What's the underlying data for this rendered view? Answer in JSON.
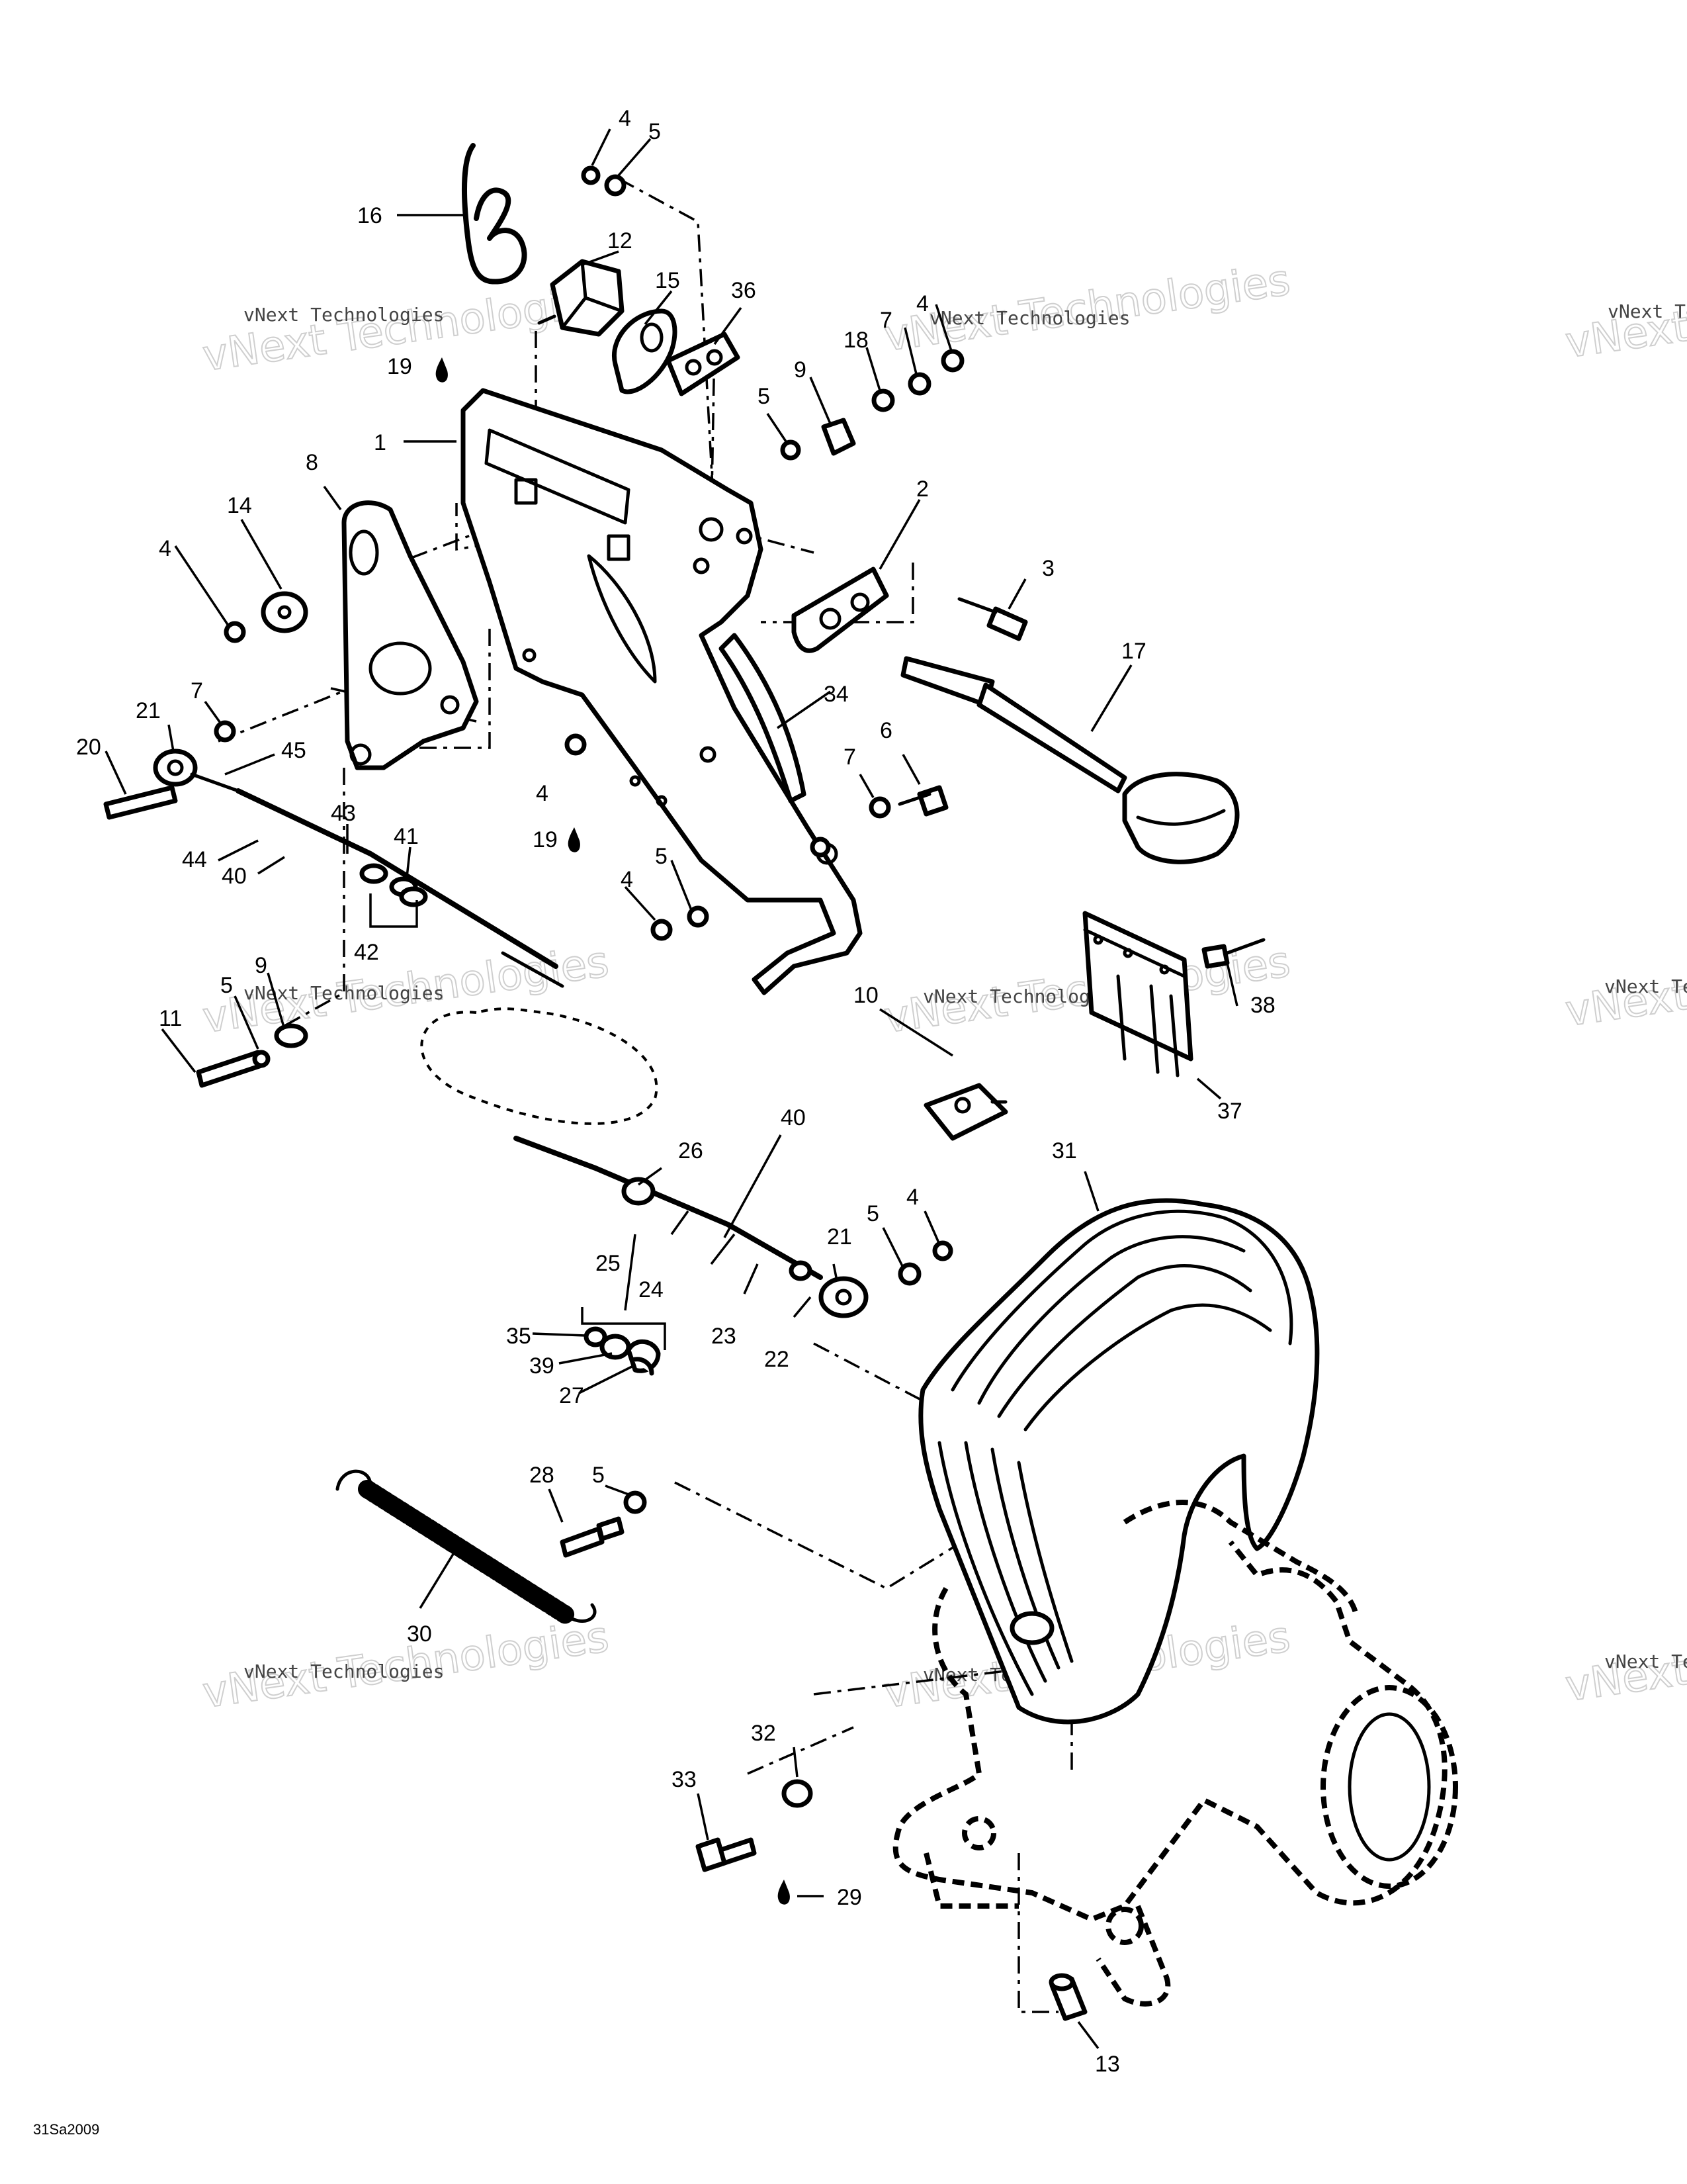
{
  "diagram_code": "31Sa2009",
  "watermark": {
    "small": "vNext Technologies",
    "large": "vNext Technologies"
  },
  "callouts": [
    {
      "id": "c1",
      "text": "1"
    },
    {
      "id": "c2",
      "text": "2"
    },
    {
      "id": "c3",
      "text": "3"
    },
    {
      "id": "c4a",
      "text": "4"
    },
    {
      "id": "c4b",
      "text": "4"
    },
    {
      "id": "c4c",
      "text": "4"
    },
    {
      "id": "c4d",
      "text": "4"
    },
    {
      "id": "c4e",
      "text": "4"
    },
    {
      "id": "c4f",
      "text": "4"
    },
    {
      "id": "c5a",
      "text": "5"
    },
    {
      "id": "c5b",
      "text": "5"
    },
    {
      "id": "c5c",
      "text": "5"
    },
    {
      "id": "c5d",
      "text": "5"
    },
    {
      "id": "c5e",
      "text": "5"
    },
    {
      "id": "c5f",
      "text": "5"
    },
    {
      "id": "c6",
      "text": "6"
    },
    {
      "id": "c7a",
      "text": "7"
    },
    {
      "id": "c7b",
      "text": "7"
    },
    {
      "id": "c7c",
      "text": "7"
    },
    {
      "id": "c8",
      "text": "8"
    },
    {
      "id": "c9a",
      "text": "9"
    },
    {
      "id": "c9b",
      "text": "9"
    },
    {
      "id": "c10",
      "text": "10"
    },
    {
      "id": "c11",
      "text": "11"
    },
    {
      "id": "c12",
      "text": "12"
    },
    {
      "id": "c13",
      "text": "13"
    },
    {
      "id": "c14",
      "text": "14"
    },
    {
      "id": "c15",
      "text": "15"
    },
    {
      "id": "c16",
      "text": "16"
    },
    {
      "id": "c17",
      "text": "17"
    },
    {
      "id": "c18",
      "text": "18"
    },
    {
      "id": "c19a",
      "text": "19"
    },
    {
      "id": "c19b",
      "text": "19"
    },
    {
      "id": "c20",
      "text": "20"
    },
    {
      "id": "c21a",
      "text": "21"
    },
    {
      "id": "c21b",
      "text": "21"
    },
    {
      "id": "c22",
      "text": "22"
    },
    {
      "id": "c23",
      "text": "23"
    },
    {
      "id": "c24",
      "text": "24"
    },
    {
      "id": "c25",
      "text": "25"
    },
    {
      "id": "c26",
      "text": "26"
    },
    {
      "id": "c27",
      "text": "27"
    },
    {
      "id": "c28",
      "text": "28"
    },
    {
      "id": "c29",
      "text": "29"
    },
    {
      "id": "c30",
      "text": "30"
    },
    {
      "id": "c31",
      "text": "31"
    },
    {
      "id": "c32",
      "text": "32"
    },
    {
      "id": "c33",
      "text": "33"
    },
    {
      "id": "c34",
      "text": "34"
    },
    {
      "id": "c35",
      "text": "35"
    },
    {
      "id": "c36",
      "text": "36"
    },
    {
      "id": "c37",
      "text": "37"
    },
    {
      "id": "c38",
      "text": "38"
    },
    {
      "id": "c39",
      "text": "39"
    },
    {
      "id": "c40a",
      "text": "40"
    },
    {
      "id": "c40b",
      "text": "40"
    },
    {
      "id": "c41",
      "text": "41"
    },
    {
      "id": "c42",
      "text": "42"
    },
    {
      "id": "c43",
      "text": "43"
    },
    {
      "id": "c44",
      "text": "44"
    },
    {
      "id": "c45",
      "text": "45"
    }
  ]
}
